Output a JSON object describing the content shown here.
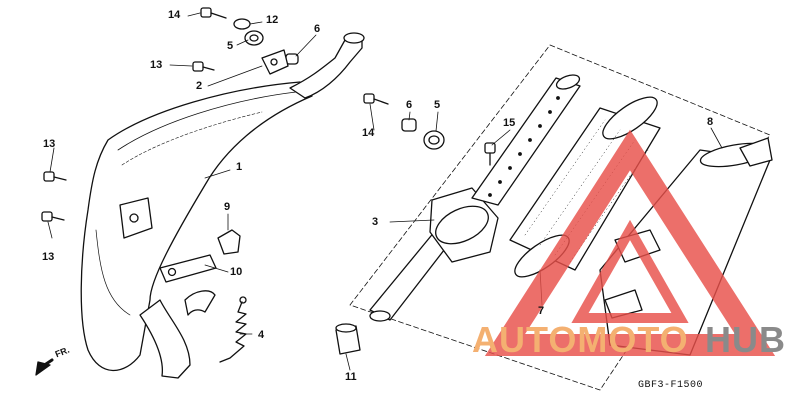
{
  "diagram": {
    "drawing_code": "GBF3-F1500",
    "direction_label": "FR.",
    "callouts": {
      "c1": "1",
      "c2": "2",
      "c3": "3",
      "c4": "4",
      "c5a": "5",
      "c5b": "5",
      "c6a": "6",
      "c6b": "6",
      "c7": "7",
      "c8": "8",
      "c9": "9",
      "c10": "10",
      "c11": "11",
      "c12": "12",
      "c13a": "13",
      "c13b": "13",
      "c13c": "13",
      "c14a": "14",
      "c14b": "14",
      "c15": "15"
    }
  },
  "watermark": {
    "brand_part1": "AUTOMOTO",
    "brand_part2": "HUB",
    "color_part1": "#f4b071",
    "color_part2": "#8a8a8a",
    "triangle_color": "#e8504a"
  }
}
